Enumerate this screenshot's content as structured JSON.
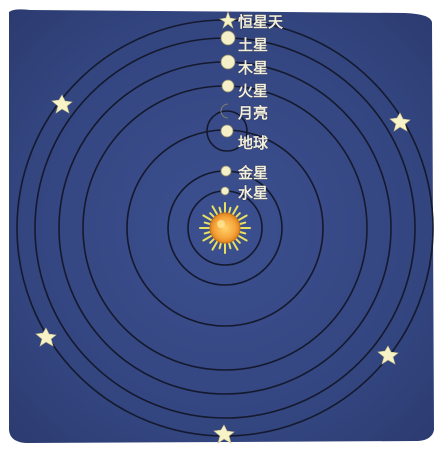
{
  "bodies": [
    {
      "id": "fixed-stars",
      "label": "恒星天"
    },
    {
      "id": "saturn",
      "label": "土星"
    },
    {
      "id": "jupiter",
      "label": "木星"
    },
    {
      "id": "mars",
      "label": "火星"
    },
    {
      "id": "moon",
      "label": "月亮"
    },
    {
      "id": "earth",
      "label": "地球"
    },
    {
      "id": "venus",
      "label": "金星"
    },
    {
      "id": "mercury",
      "label": "水星"
    }
  ],
  "center_body": "sun-icon",
  "colors": {
    "sky": "#33457f",
    "orbit": "#14192e",
    "label": "#f2eedc",
    "sun": "#f5a43a",
    "sun_rays": "#e8e062",
    "planet": "#f6f0c8"
  }
}
